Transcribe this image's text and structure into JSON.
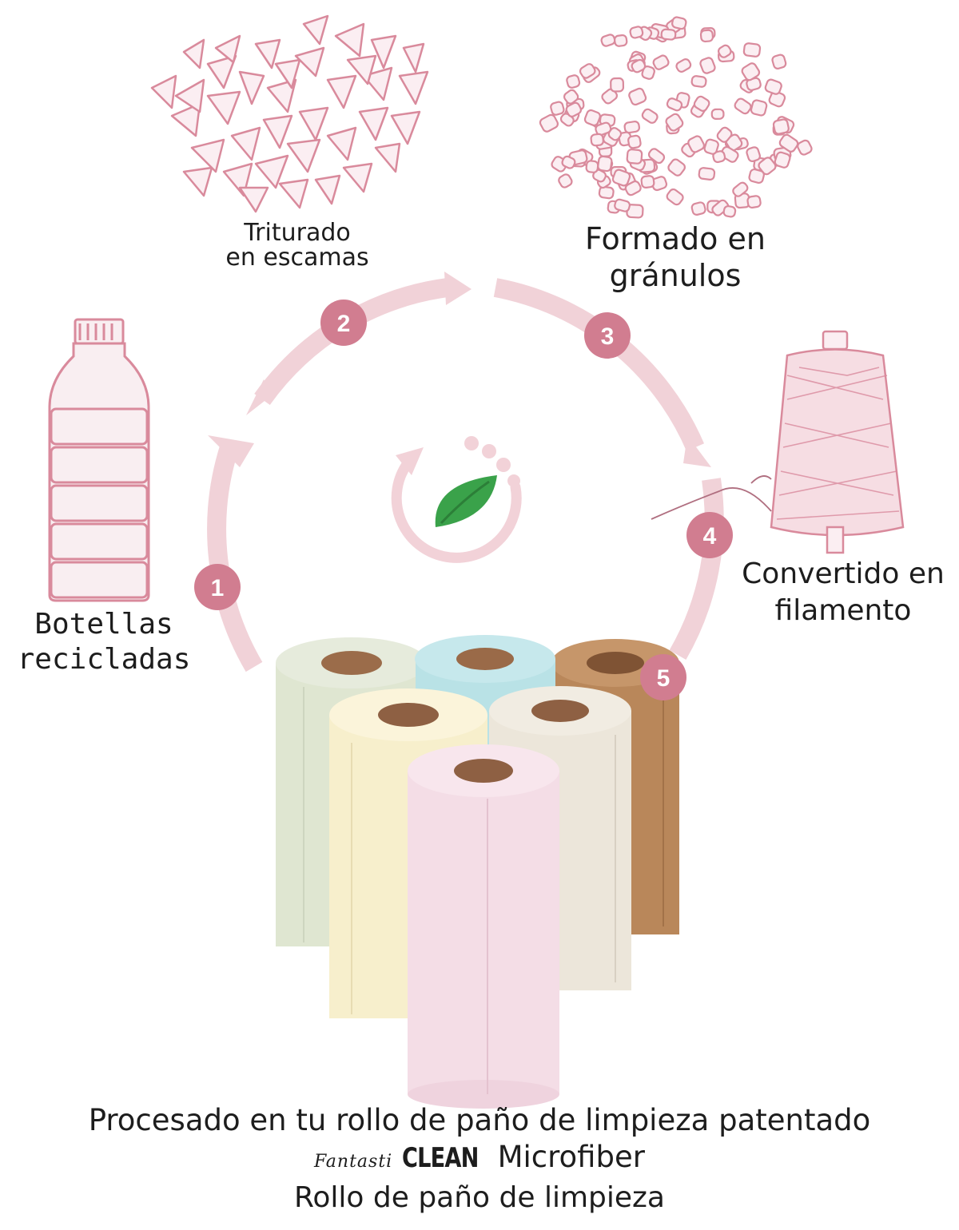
{
  "steps": {
    "s1": {
      "number": "1",
      "label_line1": "Botellas",
      "label_line2": "recicladas"
    },
    "s2": {
      "number": "2",
      "label_line1": "Triturado",
      "label_line2": "en escamas"
    },
    "s3": {
      "number": "3",
      "label_line1": "Formado en",
      "label_line2": "gránulos"
    },
    "s4": {
      "number": "4",
      "label_line1": "Convertido en",
      "label_line2": "filamento"
    },
    "s5": {
      "number": "5"
    }
  },
  "caption": {
    "line1": "Procesado en tu rollo de paño de limpieza patentado",
    "brand_script": "Fantasti",
    "brand_strong": "CLEAN",
    "brand_rest": " Microfiber",
    "line3": "Rollo de paño de limpieza"
  },
  "colors": {
    "pink": "#d98a9c",
    "pink_badge": "#d17d90",
    "pink_light": "#f2d4da",
    "leaf": "#3aa24a",
    "roll_green": "#dfe6d1",
    "roll_blue": "#b9e2e6",
    "roll_brown": "#b9875a",
    "roll_cream": "#f7efcc",
    "roll_beige": "#ece6da",
    "roll_pink": "#f4dde6"
  },
  "icons": [
    "bottle-icon",
    "flakes-icon",
    "pellets-icon",
    "spool-icon",
    "recycle-leaf-icon",
    "paper-rolls-image"
  ]
}
